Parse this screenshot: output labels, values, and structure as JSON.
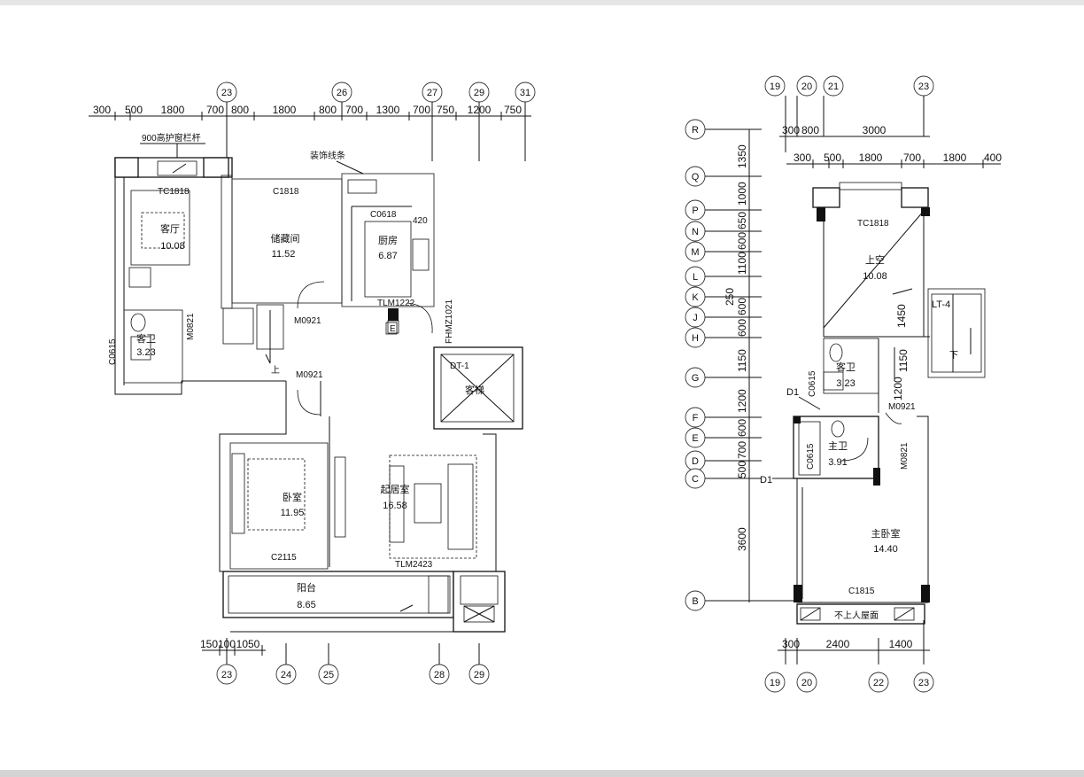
{
  "left_plan": {
    "top_dims": [
      "300",
      "500",
      "1800",
      "700",
      "800",
      "1800",
      "800",
      "700",
      "1300",
      "700",
      "750",
      "1200",
      "750"
    ],
    "top_axes": [
      "23",
      "26",
      "27",
      "29",
      "31"
    ],
    "bottom_dims": [
      "150",
      "100",
      "1050"
    ],
    "bottom_axes": [
      "23",
      "24",
      "25",
      "28",
      "29"
    ],
    "notes": {
      "railing": "900高护窗栏杆",
      "trim": "装饰线条"
    },
    "rooms": [
      {
        "name": "客厅",
        "area": "10.08"
      },
      {
        "name": "储藏间",
        "area": "11.52"
      },
      {
        "name": "厨房",
        "area": "6.87"
      },
      {
        "name": "客卫",
        "area": "3.23"
      },
      {
        "name": "卧室",
        "area": "11.95"
      },
      {
        "name": "起居室",
        "area": "16.58"
      },
      {
        "name": "阳台",
        "area": "8.65"
      },
      {
        "name": "客梯",
        "area": ""
      }
    ],
    "labels": {
      "tc": "TC1818",
      "c1818": "C1818",
      "c0615_v": "C0615",
      "c0618": "C0618",
      "m0821": "M0821",
      "m0921_a": "M0921",
      "m0921_b": "M0921",
      "tlm": "TLM1222",
      "fhm": "FHMZ1021",
      "dt": "DT-1",
      "e": "E",
      "up": "上",
      "c2115": "C2115",
      "tlm2": "TLM2423",
      "n420": "420"
    }
  },
  "right_plan": {
    "top_axes": [
      "19",
      "20",
      "21",
      "23"
    ],
    "top_dims_row1": [
      "300",
      "800",
      "3000"
    ],
    "top_dims_row2": [
      "300",
      "500",
      "1800",
      "700",
      "1800",
      "400"
    ],
    "left_axes": [
      "R",
      "Q",
      "P",
      "N",
      "M",
      "L",
      "K",
      "J",
      "H",
      "G",
      "F",
      "E",
      "D",
      "C",
      "B"
    ],
    "left_dims": [
      "1350",
      "1000",
      "650",
      "600",
      "1100",
      "250",
      "600",
      "600",
      "1150",
      "1200",
      "600",
      "700",
      "500",
      "3600"
    ],
    "bottom_dims": [
      "300",
      "2400",
      "1400"
    ],
    "bottom_axes": [
      "19",
      "20",
      "22",
      "23"
    ],
    "rooms": [
      {
        "name": "上空",
        "area": "10.08"
      },
      {
        "name": "客卫",
        "area": "3.23"
      },
      {
        "name": "主卫",
        "area": "3.91"
      },
      {
        "name": "主卧室",
        "area": "14.40"
      }
    ],
    "labels": {
      "tc": "TC1818",
      "lt": "LT-4",
      "down": "下",
      "c0615_a": "C0615",
      "c0615_b": "C0615",
      "d1_a": "D1",
      "d1_b": "D1",
      "m0921": "M0921",
      "m0821": "M0821",
      "c1815": "C1815",
      "roof": "不上人屋面",
      "d1450": "1450",
      "d1150": "1150",
      "d1200": "1200"
    }
  }
}
